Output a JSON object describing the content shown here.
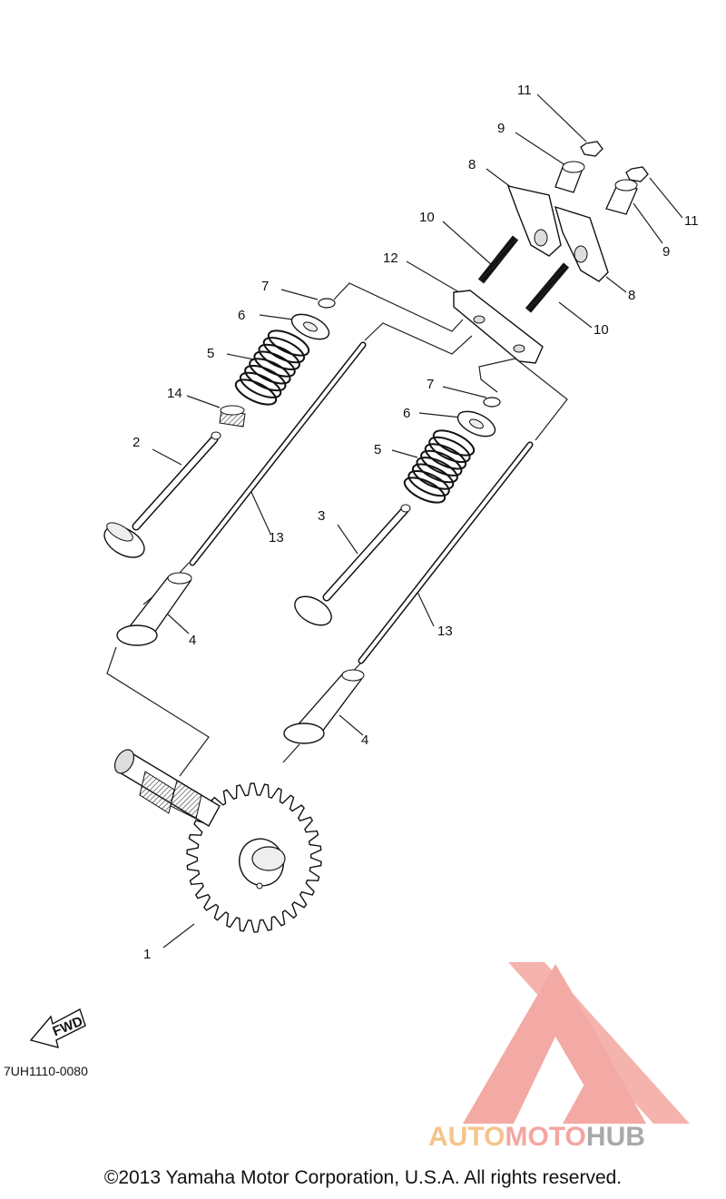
{
  "diagram": {
    "callouts": [
      {
        "id": "c1",
        "text": "1"
      },
      {
        "id": "c2",
        "text": "2"
      },
      {
        "id": "c3",
        "text": "3"
      },
      {
        "id": "c4a",
        "text": "4"
      },
      {
        "id": "c4b",
        "text": "4"
      },
      {
        "id": "c5a",
        "text": "5"
      },
      {
        "id": "c5b",
        "text": "5"
      },
      {
        "id": "c6a",
        "text": "6"
      },
      {
        "id": "c6b",
        "text": "6"
      },
      {
        "id": "c7a",
        "text": "7"
      },
      {
        "id": "c7b",
        "text": "7"
      },
      {
        "id": "c8a",
        "text": "8"
      },
      {
        "id": "c8b",
        "text": "8"
      },
      {
        "id": "c9a",
        "text": "9"
      },
      {
        "id": "c9b",
        "text": "9"
      },
      {
        "id": "c10a",
        "text": "10"
      },
      {
        "id": "c10b",
        "text": "10"
      },
      {
        "id": "c11a",
        "text": "11"
      },
      {
        "id": "c11b",
        "text": "11"
      },
      {
        "id": "c12",
        "text": "12"
      },
      {
        "id": "c13a",
        "text": "13"
      },
      {
        "id": "c13b",
        "text": "13"
      },
      {
        "id": "c14",
        "text": "14"
      }
    ],
    "fwd_label": "FWD",
    "diagram_code": "7UH1110-0080",
    "copyright": "©2013 Yamaha Motor Corporation, U.S.A. All rights reserved."
  },
  "watermark": {
    "part1": "AUTO",
    "part2": "MOTO",
    "part3": "HUB",
    "color_part1": "#F5C48A",
    "color_part2": "#F4A6A0",
    "color_part3": "#A9A9A9",
    "logo_color": "#F4A6A0"
  }
}
